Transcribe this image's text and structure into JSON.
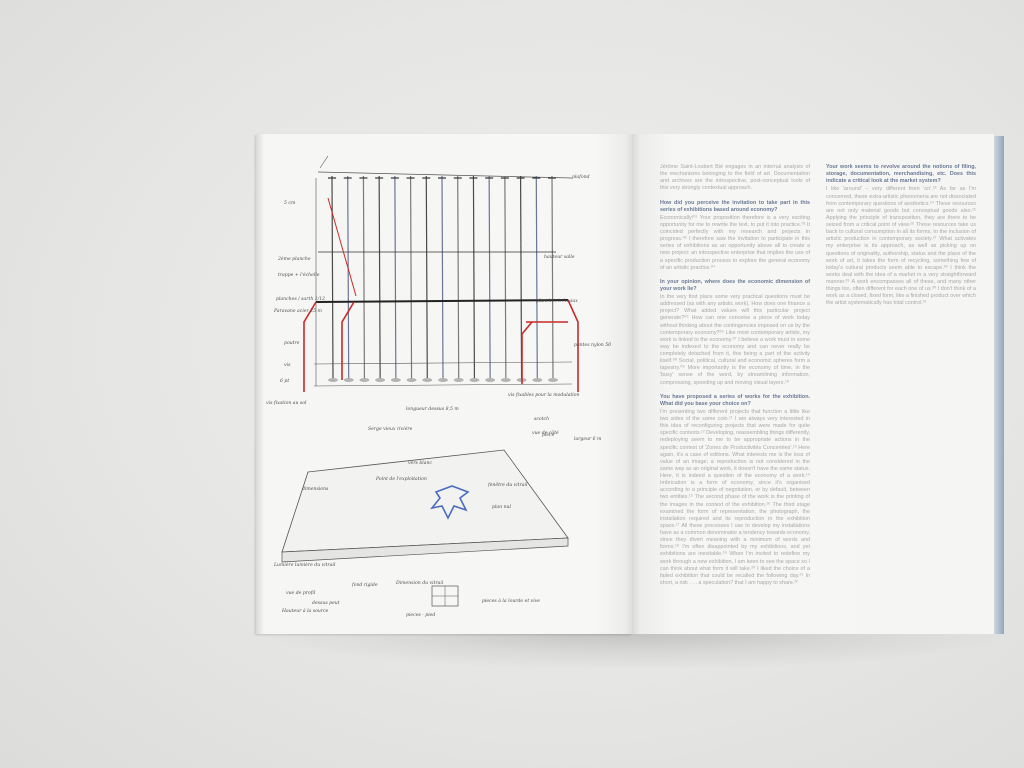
{
  "sketch": {
    "labels": [
      "plafond",
      "5 cm",
      "2ème planche",
      "trappe + l'échelle",
      "planches / sarth 1/12",
      "Paravane acier 25 m",
      "hauteur salle",
      "planches tréteaux",
      "poutre",
      "vis",
      "6 pt",
      "pantes nylon 50",
      "longueur dessus 8,5 m",
      "vis fixation au sol",
      "vis fixables pour la modulation",
      "scotch",
      "vue de côté",
      "largeur 6 m",
      "Serge vieux rivière",
      "dimensions",
      "Dimension du vitrail",
      "vers blanc",
      "fenêtre du vitrail",
      "Point de l'exploitation",
      "plan nul",
      "pieces à la lourde et vive",
      "pièce",
      "Lumière lumière du vitrail",
      "vue de profil",
      "dessus peut",
      "Hauteur à la source",
      "fond rigide",
      "pieces - pied"
    ]
  },
  "article": {
    "paragraphs": [
      {
        "type": "body",
        "text": "Jérôme Saint-Loubert Bié engages in an internal analysis of the mechanisms belonging to the field of art. Documentation and archives are the introspective, post-conceptual tools of this very strongly contextual approach."
      },
      {
        "type": "question",
        "text": "How did you perceive the invitation to take part in this series of exhibitions based around economy?"
      },
      {
        "type": "body",
        "text": "Economically!⁰¹ Your proposition therefore is a very exciting opportunity for me to rewrite the text, to put it into practice.⁰² It coincided perfectly with my research and projects in progress.⁰³ I therefore saw the invitation to participate in this series of exhibitions as an opportunity above all to create a new project: an introspective enterprise that implies the use of a specific production process to explore the general economy of an artistic practice.⁰⁴"
      },
      {
        "type": "question",
        "text": "In your opinion, where does the economic dimension of your work lie?"
      },
      {
        "type": "body",
        "text": "In the very first place some very practical questions must be addressed (as with any artistic work). How does one finance a project? What added values will this particular project generate?⁰⁵ How can one conceive a piece of work today without thinking about the contingencies imposed on us by the contemporary economy?⁰⁶ Like most contemporary artists, my work is linked to the economy.⁰⁷ I believe a work must in some way be indexed to the economy and can never really be completely detached from it, this being a part of the activity itself.⁰⁸ Social, political, cultural and economic spheres form a tapestry.⁰⁹ More importantly is the economy of time, in the 'busy' sense of the word, by streamlining information, compressing, speeding up and moving visual layers.¹⁰"
      },
      {
        "type": "question",
        "text": "You have proposed a series of works for the exhibition. What did you base your choice on?"
      },
      {
        "type": "body",
        "text": "I'm presenting two different projects that function a little like two sides of the same coin.¹¹ I am always very interested in this idea of reconfiguring projects that were made for quite specific contexts.¹² Developing, reassembling things differently, redeploying seem to me to be appropriate actions in the specific context of 'Zones de Productivités Concertées'.¹³ Here again, it's a case of editions. What interests me is the loss of value of an image; a reproduction is not considered in the same way as an original work, it doesn't have the same status. Here, it is indeed a question of the economy of a work.¹⁴ Imbrication is a form of economy, since it's organised according to a principle of negotiation, or by default, between two entities.¹⁵ The second phase of the work is the printing of the images in the context of the exhibition.¹⁶ The third stage examined the form of representation, the photograph, the installation required and its reproduction in the exhibition space.¹⁷ All these processes I use to develop my installations have as a common denominator a tendency towards economy, since they divert meaning with a minimum of words and forms.¹⁸ I'm often disappointed by my exhibitions, and yet exhibitions are inevitable.¹⁹ When I'm invited to redefine my work through a new exhibition, I am keen to see the space so I can think about what form it will take.²⁰ I liked the choice of a failed exhibition that could be recalled the following day.²¹ In short, a risk . . . a speculation? that I am happy to share.²²"
      },
      {
        "type": "question",
        "text": "Your work seems to revolve around the notions of filing, storage, documentation, merchandising, etc. Does this indicate a critical look at the market system?"
      },
      {
        "type": "body",
        "text": "I like 'around' – very different from 'on'.²³ As far as I'm concerned, these extra-artistic phenomena are not dissociated from contemporary questions of aesthetics.²⁴ These resources are not only material goods but conceptual goods also.²⁵ Applying the principle of transposition, they are there to be seized from a critical point of view.²⁶ These resources take us back to cultural consumption in all its forms, to the inclusion of artistic production in contemporary society.²⁷ What activates my enterprise is its approach, as well as picking up on questions of originality, authorship, status and the place of the work of art, it takes the form of recycling, something few of today's cultural products seem able to escape.²⁸ I think the works deal with the idea of a market in a very straightforward manner.²⁹ A work encompasses all of these, and many other things too, often different for each one of us.³⁰ I don't think of a work as a closed, fixed form, like a finished product over which the artist systematically has total control.³¹"
      }
    ]
  }
}
